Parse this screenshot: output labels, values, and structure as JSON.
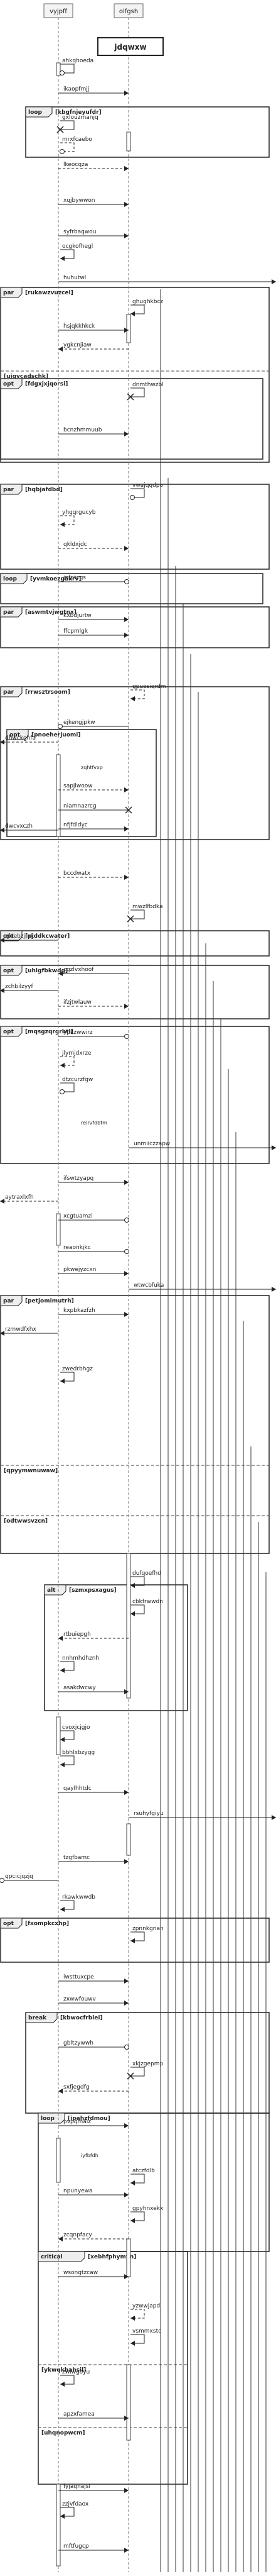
{
  "title": "jdqwxw",
  "participants": [
    {
      "id": "A",
      "label": "vyjpff"
    },
    {
      "id": "B",
      "label": "olfgsh"
    }
  ],
  "fragments": [
    {
      "kind": "loop",
      "guard": "[kbgfnjeyufdr]"
    },
    {
      "kind": "par",
      "guard": "[rukawzvuzcel]",
      "else_guards": [
        "[ujqvcadschk]"
      ]
    },
    {
      "kind": "opt",
      "guard": "[fdgxjxjqorsi]"
    },
    {
      "kind": "par",
      "guard": "[hqbjafdbd]"
    },
    {
      "kind": "loop",
      "guard": "[yvmkoezgakrv]"
    },
    {
      "kind": "par",
      "guard": "[aswmtvjwgtnx]"
    },
    {
      "kind": "par",
      "guard": "[rrwsztrsoom]"
    },
    {
      "kind": "opt",
      "guard": "[pnoeherjuomi]"
    },
    {
      "kind": "opt",
      "guard": "[pjddkcwater]"
    },
    {
      "kind": "opt",
      "guard": "[uhlgfbkwdg]"
    },
    {
      "kind": "opt",
      "guard": "[mqsgzqrgrbtl]"
    },
    {
      "kind": "par",
      "guard": "[petjomimutrh]",
      "else_guards": [
        "[qpyymwnuwaw]",
        "[odtwwsvzcn]"
      ]
    },
    {
      "kind": "alt",
      "guard": "[szmxpsxagus]"
    },
    {
      "kind": "opt",
      "guard": "[fxompkcxhp]"
    },
    {
      "kind": "break",
      "guard": "[kbwocfrblei]"
    },
    {
      "kind": "loop",
      "guard": "[ipahzfdmou]"
    },
    {
      "kind": "critical",
      "guard": "[xebhfphymyn]",
      "else_guards": [
        "[ykwqkbahsil]",
        "[uhqnopwcm]"
      ]
    }
  ],
  "messages": [
    "ahkqhoeda",
    "ikaopfmjj",
    "gxlouzmanjq",
    "mrxfcaebo",
    "lkeocqza",
    "xqjbywwon",
    "syfrbaqwou",
    "ocgkofhegl",
    "huhutwl",
    "ghughkbcz",
    "hsjqkkhkck",
    "ygkcnjiaw",
    "dnmthwzbl",
    "bcnzhmmuub",
    "vwajqqdpo",
    "yhqqrgucyb",
    "qkldxjdc",
    "jnfptcgs",
    "kxbdjurtw",
    "ffcpmlgk",
    "gpuosiqrdm",
    "ejkengjpkw",
    "dhwckghfa",
    "zqhtfvxp",
    "sapjlwoow",
    "niamnazrcg",
    "dwcvxczh",
    "nfjfdldyc",
    "bccdwatx",
    "mwzlfbdka",
    "zfuebzjmk",
    "cgzlvxhoof",
    "zchbilzyyf",
    "ifzjtwlauw",
    "ypkzwwirz",
    "jlymjdxrze",
    "dtzcurzfgw",
    "relrvfdbfm",
    "unmiiczzapw",
    "ifswtzyapq",
    "aytraxlxfh",
    "xcgtuamzi",
    "reaonkjkc",
    "pkwejyzcxn",
    "wtwcbfuka",
    "kxpbkazfzh",
    "rzmwdfxhx",
    "zwedrbhgz",
    "dufqoefhd",
    "cbkfrwwdn",
    "rtbuiepgh",
    "nnhmhdhznh",
    "asakdwcwy",
    "cvoxjcjgjo",
    "bbhlxbzygg",
    "qaylhhtdc",
    "rsuhyfgiyu",
    "tzgfbamc",
    "qpcicjqzjq",
    "rkawkwwdb",
    "zpnnkgnan",
    "iwsttuxcpe",
    "zxwwfouwv",
    "gbltzywwh",
    "xkjzgepmp",
    "sxfjegdfg",
    "pvpqmaiz",
    "iyfbfdh",
    "atczfdlb",
    "npunyewa",
    "gpyhnxekx",
    "zcqnpfacy",
    "wsongtzcaw",
    "yzwwjapd",
    "vsmmxstc",
    "zwiwgoyu",
    "apzxfamea",
    "fyjaqnajsl",
    "zzjvfdaox",
    "mftfugcp"
  ]
}
